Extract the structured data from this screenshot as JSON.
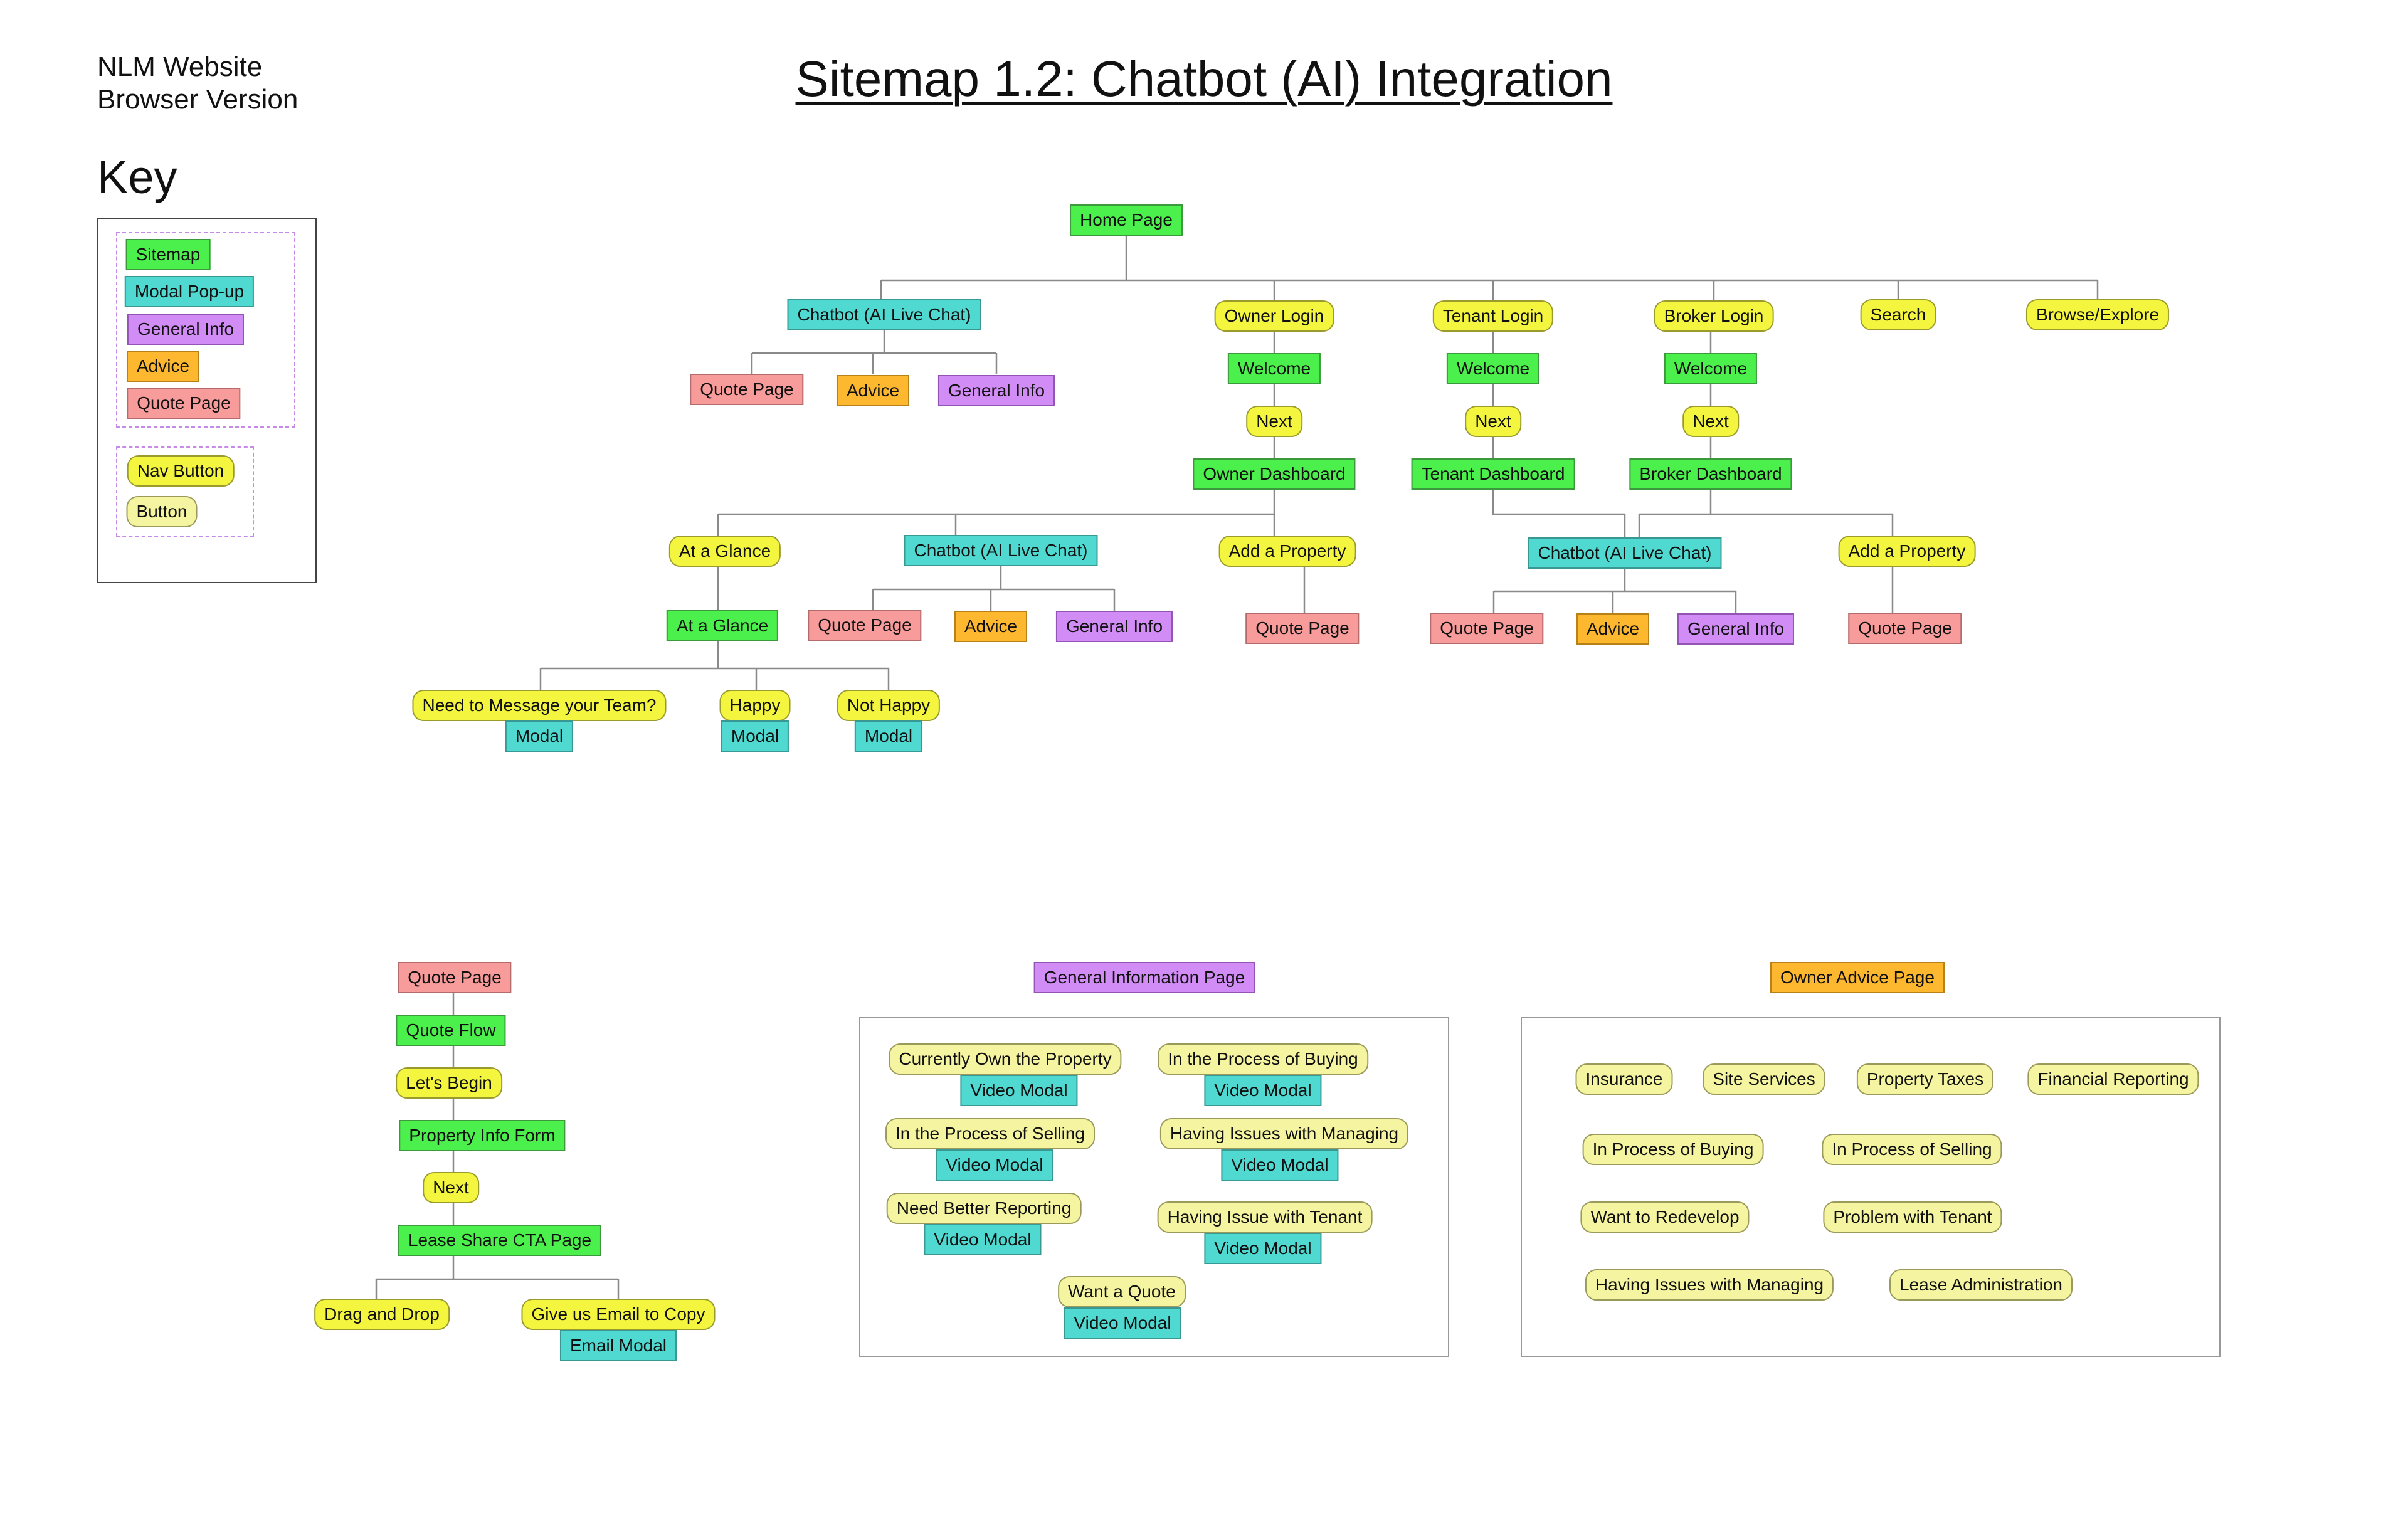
{
  "header": {
    "line1": "NLM Website",
    "line2": "Browser Version",
    "title": "Sitemap 1.2: Chatbot (AI) Integration",
    "key_heading": "Key"
  },
  "colors": {
    "sitemap": "#4cf04c",
    "modal": "#4fd9d0",
    "general_info": "#d28cf5",
    "advice": "#fdb82f",
    "quote_page": "#f79b9b",
    "nav_button": "#f3f53f",
    "button": "#f5f4a0",
    "connector": "#8a8a8a"
  },
  "key": {
    "sitemap": "Sitemap",
    "modal": "Modal Pop-up",
    "general_info": "General Info",
    "advice": "Advice",
    "quote_page": "Quote Page",
    "nav_button": "Nav Button",
    "button": "Button"
  },
  "tree": {
    "home": "Home Page",
    "top": {
      "chatbot": "Chatbot (AI Live Chat)",
      "owner_login": "Owner Login",
      "tenant_login": "Tenant Login",
      "broker_login": "Broker Login",
      "search": "Search",
      "browse": "Browse/Explore"
    },
    "top_chat": {
      "quote": "Quote Page",
      "advice": "Advice",
      "info": "General Info"
    },
    "owner": {
      "welcome": "Welcome",
      "next": "Next",
      "dashboard": "Owner Dashboard"
    },
    "tenant": {
      "welcome": "Welcome",
      "next": "Next",
      "dashboard": "Tenant Dashboard"
    },
    "broker": {
      "welcome": "Welcome",
      "next": "Next",
      "dashboard": "Broker Dashboard"
    },
    "owner_children": {
      "glance": "At a Glance",
      "chatbot": "Chatbot (AI Live Chat)",
      "add_property": "Add a Property"
    },
    "glance_page": "At a Glance",
    "glance_children": {
      "message": "Need to Message your Team?",
      "happy": "Happy",
      "not_happy": "Not Happy",
      "modal": "Modal"
    },
    "owner_chat": {
      "quote": "Quote Page",
      "advice": "Advice",
      "info": "General Info"
    },
    "owner_add_quote": "Quote Page",
    "shared_chatbot": "Chatbot (AI Live Chat)",
    "shared_chat": {
      "quote": "Quote Page",
      "advice": "Advice",
      "info": "General Info"
    },
    "broker_add_property": "Add a Property",
    "broker_add_quote": "Quote Page"
  },
  "quote_flow": {
    "quote_page": "Quote Page",
    "flow": "Quote Flow",
    "begin": "Let's Begin",
    "form": "Property Info Form",
    "next": "Next",
    "lease_cta": "Lease Share CTA Page",
    "drag": "Drag and Drop",
    "email": "Give us Email to Copy",
    "email_modal": "Email Modal"
  },
  "general_info_page": {
    "title": "General Information Page",
    "items": [
      "Currently Own the Property",
      "In the Process of Buying",
      "In the Process of Selling",
      "Having Issues with Managing",
      "Need Better Reporting",
      "Having Issue with Tenant",
      "Want a Quote"
    ],
    "video_modal": "Video Modal"
  },
  "owner_advice_page": {
    "title": "Owner Advice Page",
    "items": [
      "Insurance",
      "Site Services",
      "Property Taxes",
      "Financial Reporting",
      "In Process of Buying",
      "In Process of Selling",
      "Want to Redevelop",
      "Problem with Tenant",
      "Having Issues with Managing",
      "Lease Administration"
    ]
  }
}
